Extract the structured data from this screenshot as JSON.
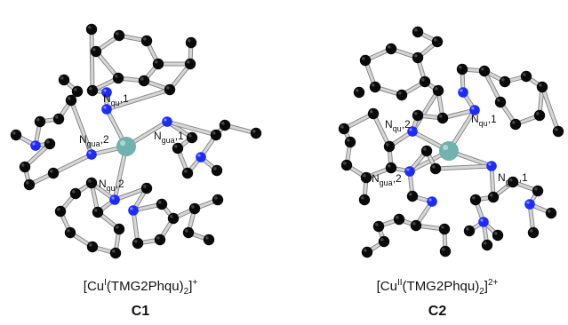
{
  "colors": {
    "carbon": "#0a0a0a",
    "nitrogen": "#1c2cff",
    "copper": "#6fb2ae",
    "bond": "#d6d6d6",
    "bond_edge": "#8a8a8a"
  },
  "molecules": [
    {
      "id": "C1",
      "labels": {
        "Nqu1": {
          "main": "N",
          "sub": "qu",
          "tail": ",1"
        },
        "Ngua2": {
          "main": "N",
          "sub": "gua",
          "tail": ",2"
        },
        "Ngua1": {
          "main": "N",
          "sub": "gua",
          "tail": ",1"
        },
        "Nqu2": {
          "main": "N",
          "sub": "qu",
          "tail": ",2"
        }
      },
      "caption": {
        "prefix": "[Cu",
        "ox": "I",
        "mid": "(TMG2Phqu)",
        "sub": "2",
        "close": "]",
        "charge": "+"
      },
      "compound_id": "C1"
    },
    {
      "id": "C2",
      "labels": {
        "Nqu2": {
          "main": "N",
          "sub": "qu",
          "tail": ",2"
        },
        "Nqu1": {
          "main": "N",
          "sub": "qu",
          "tail": ",1"
        },
        "Ngua2": {
          "main": "N",
          "sub": "gua",
          "tail": ",2"
        },
        "Ngua1": {
          "main": "N",
          "sub": "gua",
          "tail": ",1"
        }
      },
      "caption": {
        "prefix": "[Cu",
        "ox": "II",
        "mid": "(TMG2Phqu)",
        "sub": "2",
        "close": "]",
        "charge": "2+"
      },
      "compound_id": "C2"
    }
  ]
}
